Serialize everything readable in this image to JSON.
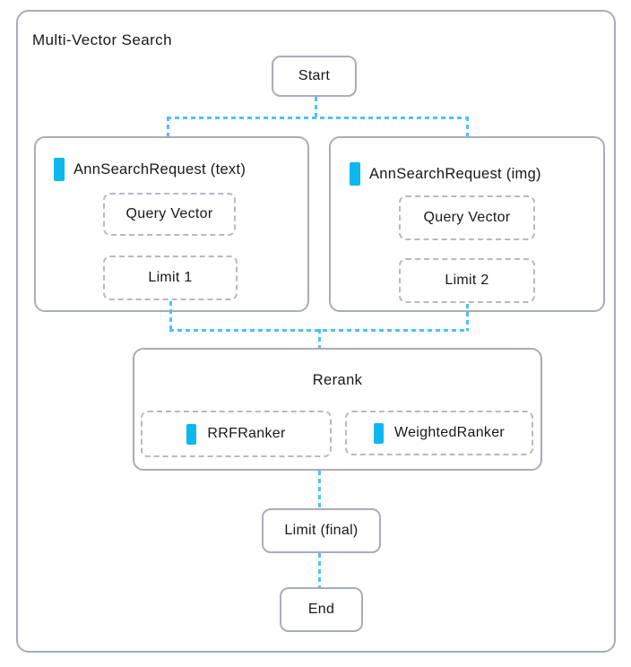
{
  "colors": {
    "accent": "#0bb8f0",
    "connector": "#4cc2f6",
    "box_border": "#a9adb8",
    "dashed_border": "#b6b9c2",
    "text": "#17181a",
    "background": "#ffffff"
  },
  "diagram": {
    "title": "Multi-Vector Search",
    "nodes": {
      "start": {
        "label": "Start"
      },
      "ann_text": {
        "label": "AnnSearchRequest (text)",
        "icon": "milvus-bar-icon",
        "query_vector": {
          "label": "Query Vector"
        },
        "limit": {
          "label": "Limit 1"
        }
      },
      "ann_img": {
        "label": "AnnSearchRequest (img)",
        "icon": "milvus-bar-icon",
        "query_vector": {
          "label": "Query Vector"
        },
        "limit": {
          "label": "Limit 2"
        }
      },
      "rerank": {
        "label": "Rerank",
        "rrf_ranker": {
          "label": "RRFRanker",
          "icon": "milvus-bar-icon"
        },
        "weighted_ranker": {
          "label": "WeightedRanker",
          "icon": "milvus-bar-icon"
        }
      },
      "limit_final": {
        "label": "Limit (final)"
      },
      "end": {
        "label": "End"
      }
    },
    "edges": [
      {
        "from": "start",
        "to": "ann_text",
        "style": "dashed"
      },
      {
        "from": "start",
        "to": "ann_img",
        "style": "dashed"
      },
      {
        "from": "ann_text.limit",
        "to": "rerank",
        "style": "dashed"
      },
      {
        "from": "ann_img.limit",
        "to": "rerank",
        "style": "dashed"
      },
      {
        "from": "rerank",
        "to": "limit_final",
        "style": "dashed"
      },
      {
        "from": "limit_final",
        "to": "end",
        "style": "dashed"
      }
    ]
  }
}
